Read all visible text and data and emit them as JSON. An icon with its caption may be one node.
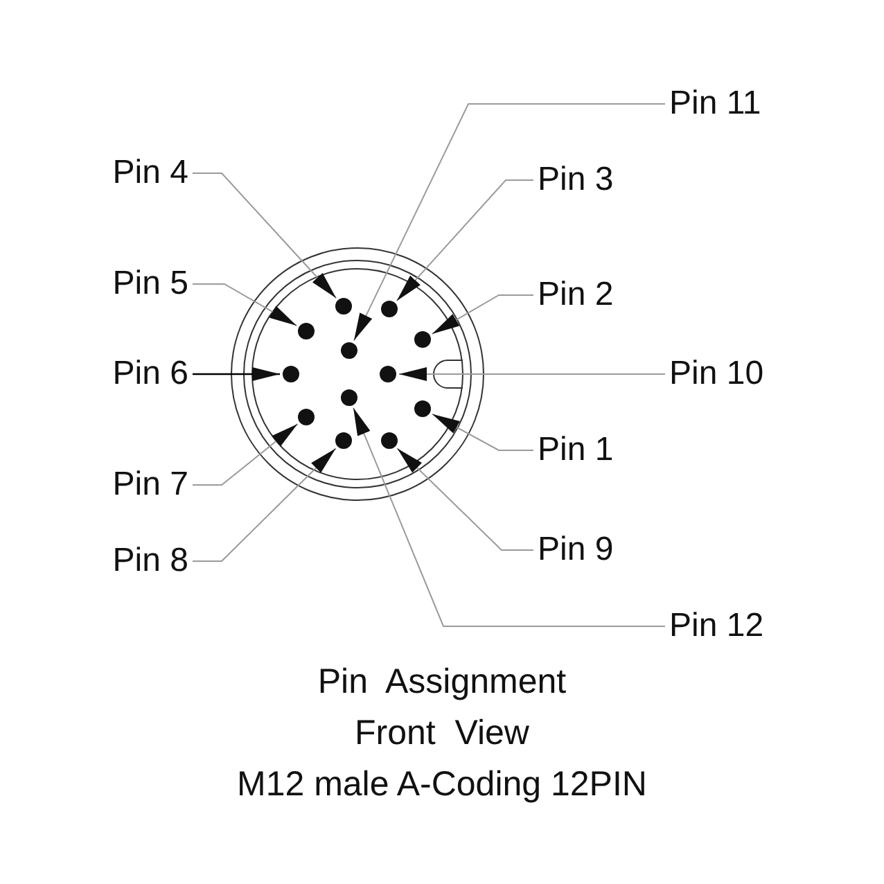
{
  "diagram": {
    "nodes": [
      {
        "text": [
          "Pin 11"
        ]
      },
      {
        "text": [
          "Pin 4"
        ]
      },
      {
        "text": [
          "Pin 3"
        ]
      },
      {
        "text": [
          "Pin 5"
        ]
      },
      {
        "text": [
          "Pin 2"
        ]
      },
      {
        "text": [
          "Pin 6"
        ]
      },
      {
        "text": [
          "Pin 10"
        ]
      },
      {
        "text": [
          "Pin 1"
        ]
      },
      {
        "text": [
          "Pin 7"
        ]
      },
      {
        "text": [
          "Pin 9"
        ]
      },
      {
        "text": [
          "Pin 8"
        ]
      },
      {
        "text": [
          "Pin 12"
        ]
      },
      {
        "text": [],
        "shape": "circle"
      },
      {
        "text": [],
        "shape": "circle"
      },
      {
        "text": [],
        "shape": "circle"
      },
      {
        "text": [],
        "shape": "circle"
      },
      {
        "text": [],
        "shape": "circle"
      },
      {
        "text": [],
        "shape": "circle"
      },
      {
        "text": [],
        "shape": "circle"
      },
      {
        "text": [],
        "shape": "circle"
      },
      {
        "text": [],
        "shape": "circle"
      },
      {
        "text": [],
        "shape": "circle"
      },
      {
        "text": [],
        "shape": "circle"
      },
      {
        "text": [],
        "shape": "circle"
      }
    ],
    "edges": [
      {
        "from": 0,
        "to": 16,
        "arrow": "to"
      },
      {
        "from": 1,
        "to": 12,
        "arrow": "to"
      },
      {
        "from": 2,
        "to": 13,
        "arrow": "to"
      },
      {
        "from": 3,
        "to": 14,
        "arrow": "to"
      },
      {
        "from": 4,
        "to": 15,
        "arrow": "to"
      },
      {
        "from": 5,
        "to": 17,
        "arrow": "to",
        "color": "#000000"
      },
      {
        "from": 6,
        "to": 18,
        "arrow": "to"
      },
      {
        "from": 7,
        "to": 20,
        "arrow": "to"
      },
      {
        "from": 8,
        "to": 21,
        "arrow": "to"
      },
      {
        "from": 9,
        "to": 23,
        "arrow": "to"
      },
      {
        "from": 10,
        "to": 22,
        "arrow": "to"
      },
      {
        "from": 11,
        "to": 19,
        "arrow": "to"
      }
    ],
    "labels": [
      "Pin  Assignment",
      "Front  View",
      "M12 male A-Coding 12PIN"
    ]
  }
}
